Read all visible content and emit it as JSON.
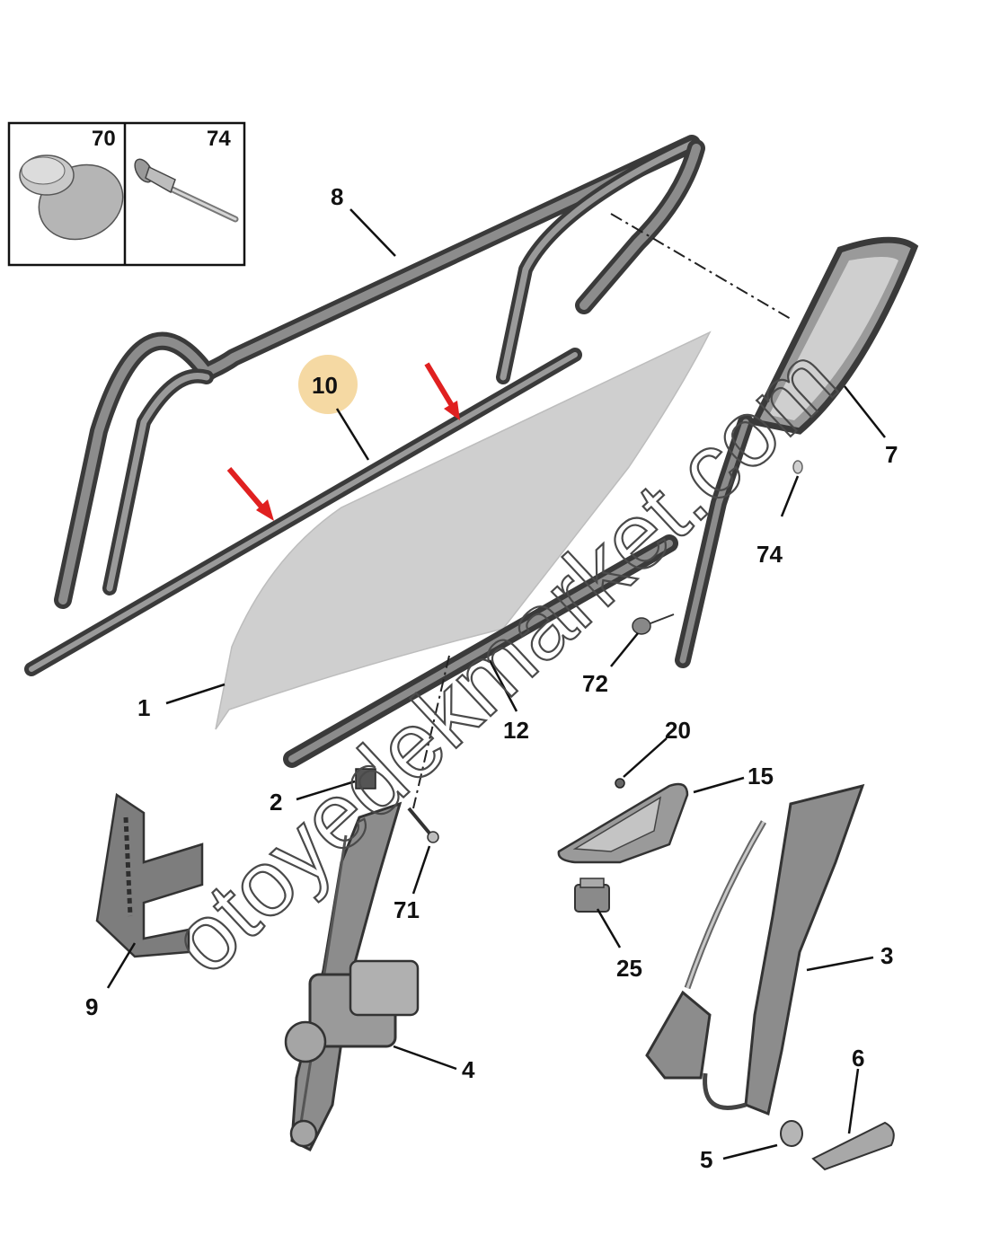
{
  "inset": {
    "left_label": "70",
    "right_label": "74"
  },
  "callouts": {
    "c1": "1",
    "c2": "2",
    "c3": "3",
    "c4": "4",
    "c5": "5",
    "c6": "6",
    "c7": "7",
    "c8": "8",
    "c9": "9",
    "c10": "10",
    "c12": "12",
    "c15": "15",
    "c20": "20",
    "c25": "25",
    "c71": "71",
    "c72": "72",
    "c74": "74"
  },
  "watermark": {
    "text": "otoyedekmarket.com"
  },
  "colors": {
    "part_dark": "#3a3a3a",
    "part_mid": "#8c8c8c",
    "part_light": "#c9c9c9",
    "glass": "#cfcfcf",
    "highlight_circle": "#f5d9a3",
    "arrow_red": "#e02020",
    "watermark": "#4a4a4a"
  }
}
